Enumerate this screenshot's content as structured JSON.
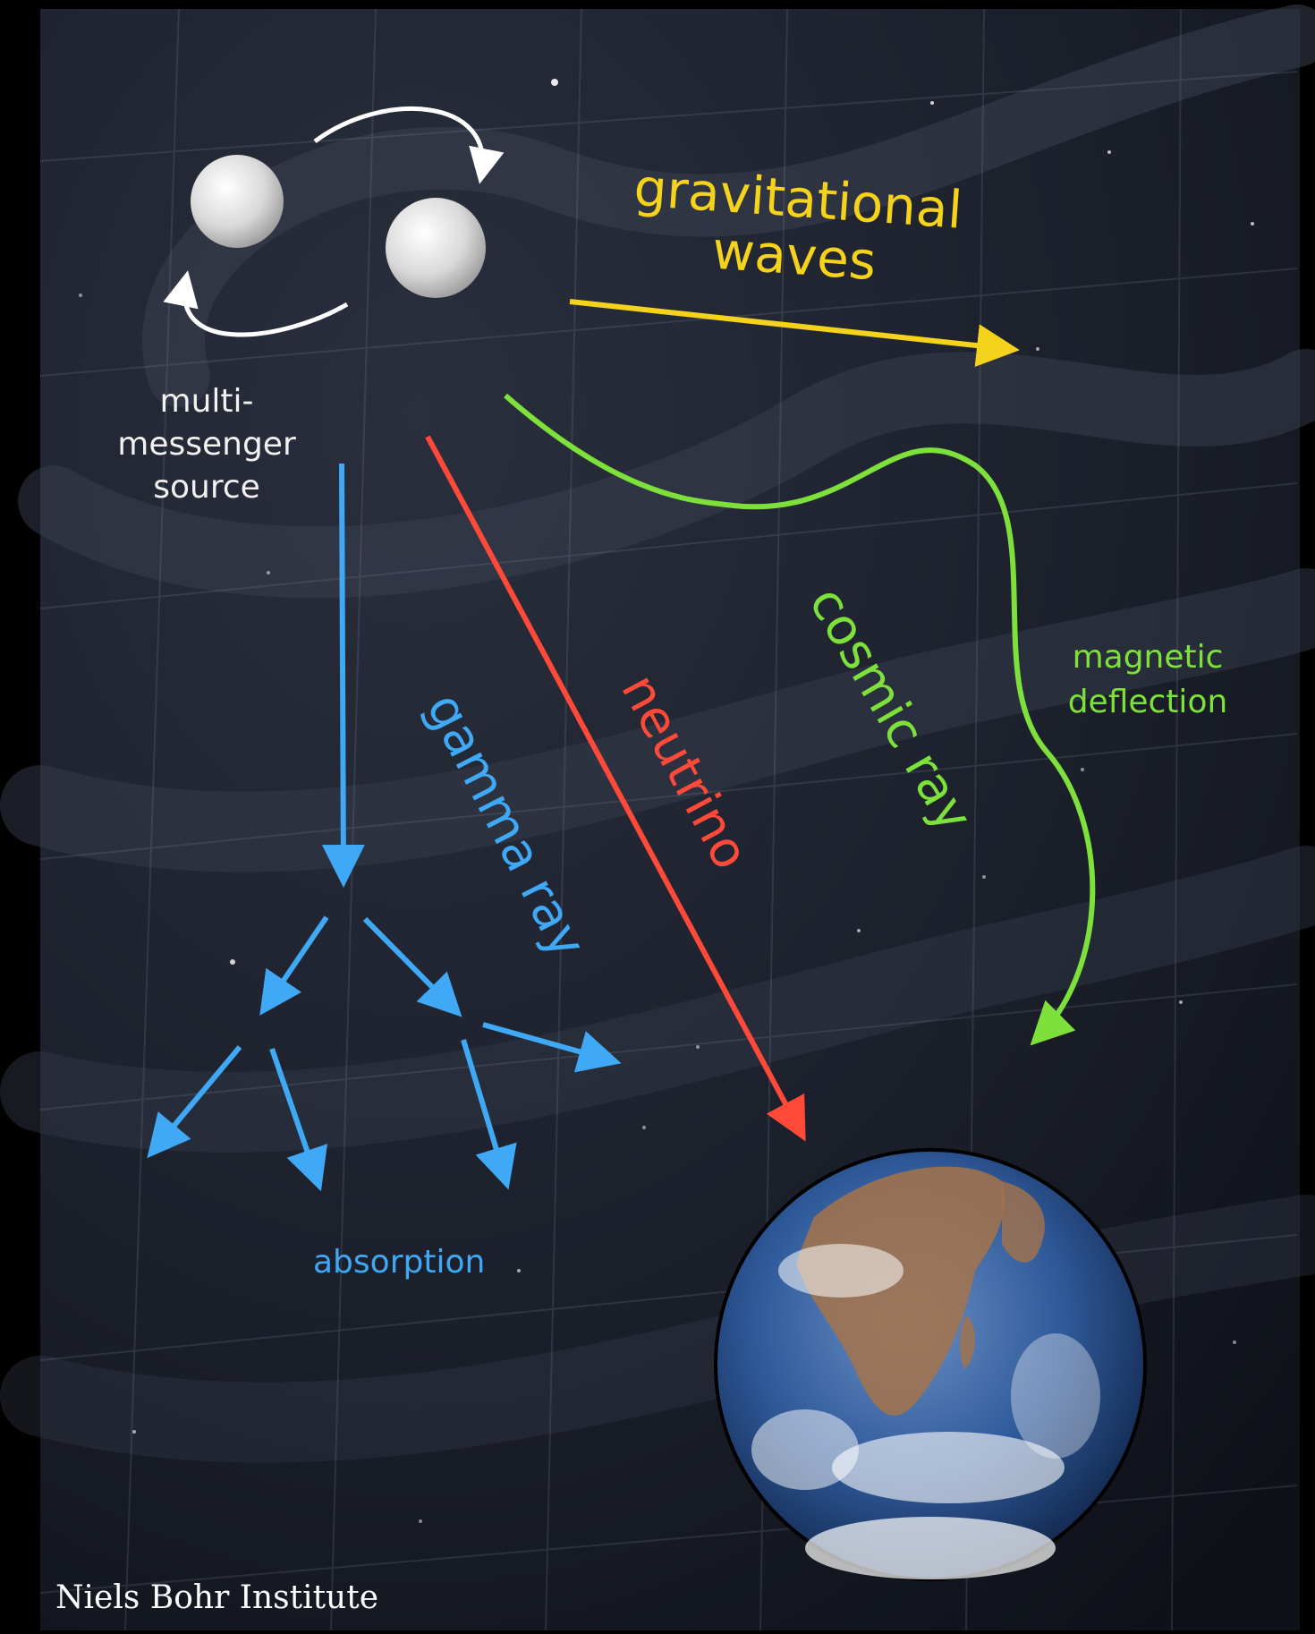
{
  "source": {
    "line1": "multi-",
    "line2": "messenger",
    "line3": "source"
  },
  "messengers": {
    "gravitational_waves": {
      "line1": "gravitational",
      "line2": "waves"
    },
    "gamma_ray": "gamma ray",
    "neutrino": "neutrino",
    "cosmic_ray": "cosmic ray"
  },
  "effects": {
    "absorption": "absorption",
    "magnetic_line1": "magnetic",
    "magnetic_line2": "deflection"
  },
  "credit": "Niels Bohr Institute",
  "colors": {
    "gravitational_waves": "#f5d21c",
    "gamma_ray": "#3fa9f5",
    "neutrino": "#ff4a3a",
    "cosmic_ray": "#7ee03a",
    "background": "#1f2430"
  }
}
